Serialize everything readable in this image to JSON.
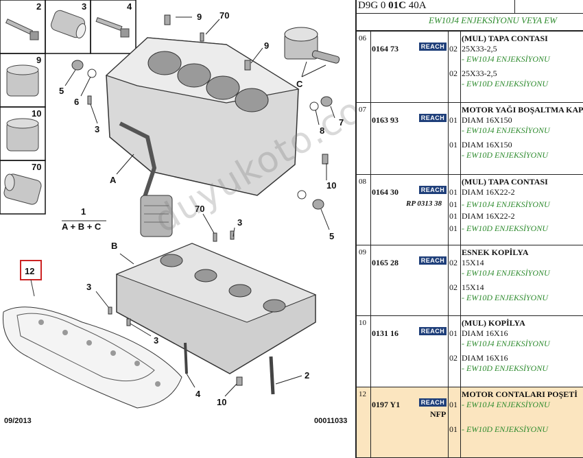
{
  "diagram": {
    "thumbnails": [
      {
        "label": "2"
      },
      {
        "label": "3"
      },
      {
        "label": "4"
      },
      {
        "label": "9"
      },
      {
        "label": "10"
      },
      {
        "label": "70"
      }
    ],
    "callouts": {
      "c9a": "9",
      "c70a": "70",
      "c9b": "9",
      "cC": "C",
      "c5a": "5",
      "c6": "6",
      "c3a": "3",
      "c8": "8",
      "c7": "7",
      "cA": "A",
      "c10a": "10",
      "c5b": "5",
      "c1": "1",
      "cABC": "A + B + C",
      "c70b": "70",
      "c3b": "3",
      "cB": "B",
      "c12": "12",
      "c3c": "3",
      "c3d": "3",
      "c4": "4",
      "c2": "2",
      "c10b": "10"
    },
    "date_code": "09/2013",
    "drawing_no": "00011033",
    "watermark": "duyukoto.com"
  },
  "parts_list": {
    "title_prefix": "D9G 0 ",
    "title_bold": "01C",
    "title_suffix": " 40A",
    "variant_header": "EW10J4 ENJEKSİYONU VEYA EW",
    "rows": [
      {
        "item": "06",
        "ref": "0164 73",
        "reach": "REACH",
        "name": "(MUL) TAPA CONTASI",
        "entries": [
          {
            "qty": "02",
            "spec": "25X33-2,5",
            "engine": "- EW10J4 ENJEKSİYONU"
          },
          {
            "qty": "02",
            "spec": "25X33-2,5",
            "engine": "- EW10D ENJEKSİYONU"
          }
        ]
      },
      {
        "item": "07",
        "ref": "0163 93",
        "reach": "REACH",
        "name": "MOTOR YAĞI BOŞALTMA KAPA",
        "entries": [
          {
            "qty": "01",
            "spec": "DIAM 16X150",
            "engine": "- EW10J4 ENJEKSİYONU"
          },
          {
            "qty": "01",
            "spec": "DIAM 16X150",
            "engine": "- EW10D ENJEKSİYONU"
          }
        ]
      },
      {
        "item": "08",
        "ref": "0164 30",
        "ref2": "RP 0313 38",
        "reach": "REACH",
        "name": "(MUL) TAPA CONTASI",
        "entries": [
          {
            "qty": "01",
            "spec": "DIAM 16X22-2",
            "engine": ""
          },
          {
            "qty": "01",
            "spec": "",
            "engine": "- EW10J4 ENJEKSİYONU"
          },
          {
            "qty": "01",
            "spec": "DIAM 16X22-2",
            "engine": ""
          },
          {
            "qty": "01",
            "spec": "",
            "engine": "- EW10D ENJEKSİYONU"
          }
        ]
      },
      {
        "item": "09",
        "ref": "0165 28",
        "reach": "REACH",
        "name": "ESNEK KOPİLYA",
        "entries": [
          {
            "qty": "02",
            "spec": "15X14",
            "engine": "- EW10J4 ENJEKSİYONU"
          },
          {
            "qty": "02",
            "spec": "15X14",
            "engine": "- EW10D ENJEKSİYONU"
          }
        ]
      },
      {
        "item": "10",
        "ref": "0131 16",
        "reach": "REACH",
        "name": "(MUL) KOPİLYA",
        "entries": [
          {
            "qty": "01",
            "spec": "DIAM 16X16",
            "engine": "- EW10J4 ENJEKSİYONU"
          },
          {
            "qty": "02",
            "spec": "DIAM 16X16",
            "engine": "- EW10D ENJEKSİYONU"
          }
        ]
      },
      {
        "item": "12",
        "ref": "0197 Y1",
        "reach": "REACH",
        "nfp": "NFP",
        "name": "MOTOR CONTALARI POŞETİ",
        "entries": [
          {
            "qty": "01",
            "spec": "",
            "engine": "- EW10J4 ENJEKSİYONU"
          },
          {
            "qty": "01",
            "spec": "",
            "engine": "- EW10D ENJEKSİYONU"
          }
        ]
      }
    ]
  },
  "colors": {
    "engine_text": "#2e8b2e",
    "reach_badge": "#1f3f7a",
    "highlight_row": "#fbe5bf",
    "callout_box": "#cc2222"
  }
}
